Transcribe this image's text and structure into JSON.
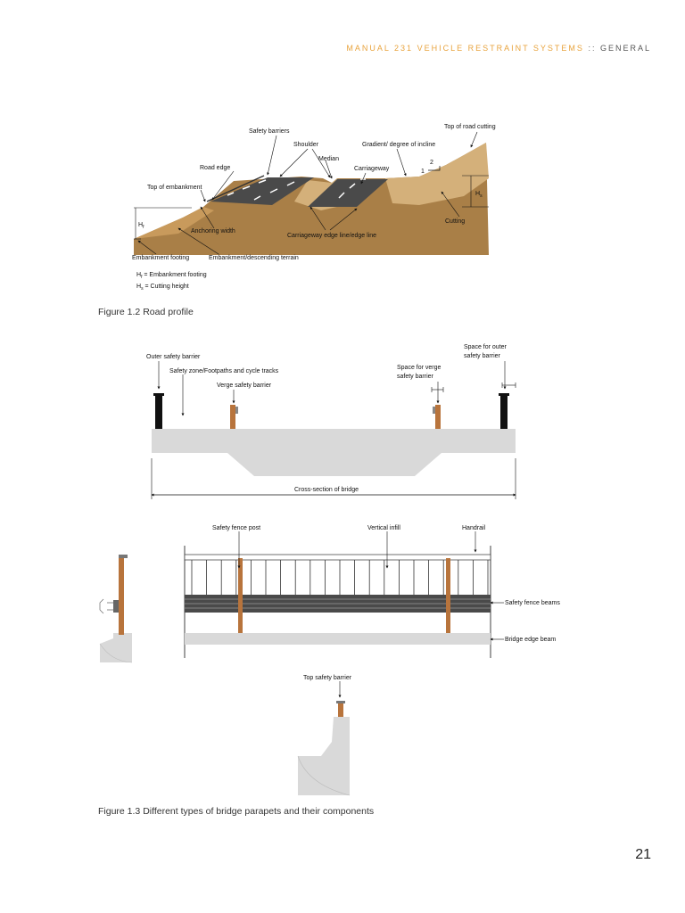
{
  "header": {
    "manual": "MANUAL 231 VEHICLE RESTRAINT SYSTEMS",
    "separator": "::",
    "section": "GENERAL"
  },
  "figure12": {
    "caption": "Figure 1.2  Road profile",
    "labels": {
      "safety_barriers": "Safety barriers",
      "shoulder": "Shoulder",
      "median": "Median",
      "gradient": "Gradient/ degree of incline",
      "top_cutting": "Top of road cutting",
      "road_edge": "Road edge",
      "carriageway": "Carriageway",
      "top_embankment": "Top of embankment",
      "hf": "H",
      "hf_sub": "f",
      "hs": "H",
      "hs_sub": "s",
      "anchoring": "Anchoring width",
      "edge_line": "Carriageway edge line/edge line",
      "cutting": "Cutting",
      "emb_footing": "Embankment footing",
      "descending": "Embankment/descending terrain",
      "slope_2": "2",
      "slope_1": "1"
    },
    "legend": [
      {
        "sym": "H",
        "sub": "f",
        "text": " = Embankment footing"
      },
      {
        "sym": "H",
        "sub": "s",
        "text": " = Cutting height"
      }
    ]
  },
  "figure13": {
    "caption": "Figure 1.3  Different types of bridge parapets and their components",
    "labels": {
      "outer_barrier": "Outer safety barrier",
      "safety_zone": "Safety zone/Footpaths and cycle tracks",
      "verge_barrier": "Verge safety barrier",
      "space_verge_1": "Space for verge",
      "space_verge_2": "safety barrier",
      "space_outer_1": "Space for outer",
      "space_outer_2": "safety barrier",
      "cross_section": "Cross-section of bridge",
      "fence_post": "Safety fence post",
      "vertical_infill": "Vertical infill",
      "handrail": "Handrail",
      "fence_beams": "Safety fence beams",
      "edge_beam": "Bridge edge beam",
      "top_barrier": "Top safety barrier"
    }
  },
  "page_number": "21",
  "colors": {
    "accent": "#e8a33d",
    "soil": "#a97f47",
    "soil_light": "#d4b07a",
    "asphalt": "#4a4a4a",
    "concrete": "#d9d9d9",
    "post": "#b8743c"
  }
}
